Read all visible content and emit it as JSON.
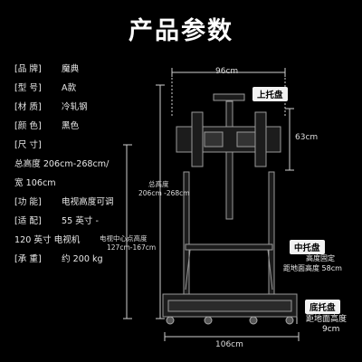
{
  "title": "产品参数",
  "specs": [
    {
      "label": "[品  牌]",
      "value": "魔典"
    },
    {
      "label": "[型  号]",
      "value": "A款"
    },
    {
      "label": "[材  质]",
      "value": "冷轧钢"
    },
    {
      "label": "[颜  色]",
      "value": "黑色"
    },
    {
      "label": "[尺  寸]",
      "value": ""
    },
    {
      "label": "",
      "value": "总高度 206cm-268cm/"
    },
    {
      "label": "",
      "value": "宽 106cm"
    },
    {
      "label": "[功  能]",
      "value": "电视高度可调"
    },
    {
      "label": "[适  配]",
      "value": "55 英寸 -"
    },
    {
      "label": "",
      "value": "120 英寸 电视机"
    },
    {
      "label": "[承  重]",
      "value": "约 200 kg"
    }
  ],
  "diagram": {
    "width_top": "96cm",
    "mount_height": "63cm",
    "total_height_label": "总高度",
    "total_height_value": "206cm -268cm",
    "center_label": "电视中心点高度",
    "center_value": "127cm-167cm",
    "width_bottom": "106cm",
    "top_tray": "上托盘",
    "mid_tray": "中托盘",
    "mid_note_1": "高度固定",
    "mid_note_2": "距地面高度 58cm",
    "bottom_tray": "底托盘",
    "bottom_note_1": "距地面高度",
    "bottom_note_2": "9cm"
  }
}
